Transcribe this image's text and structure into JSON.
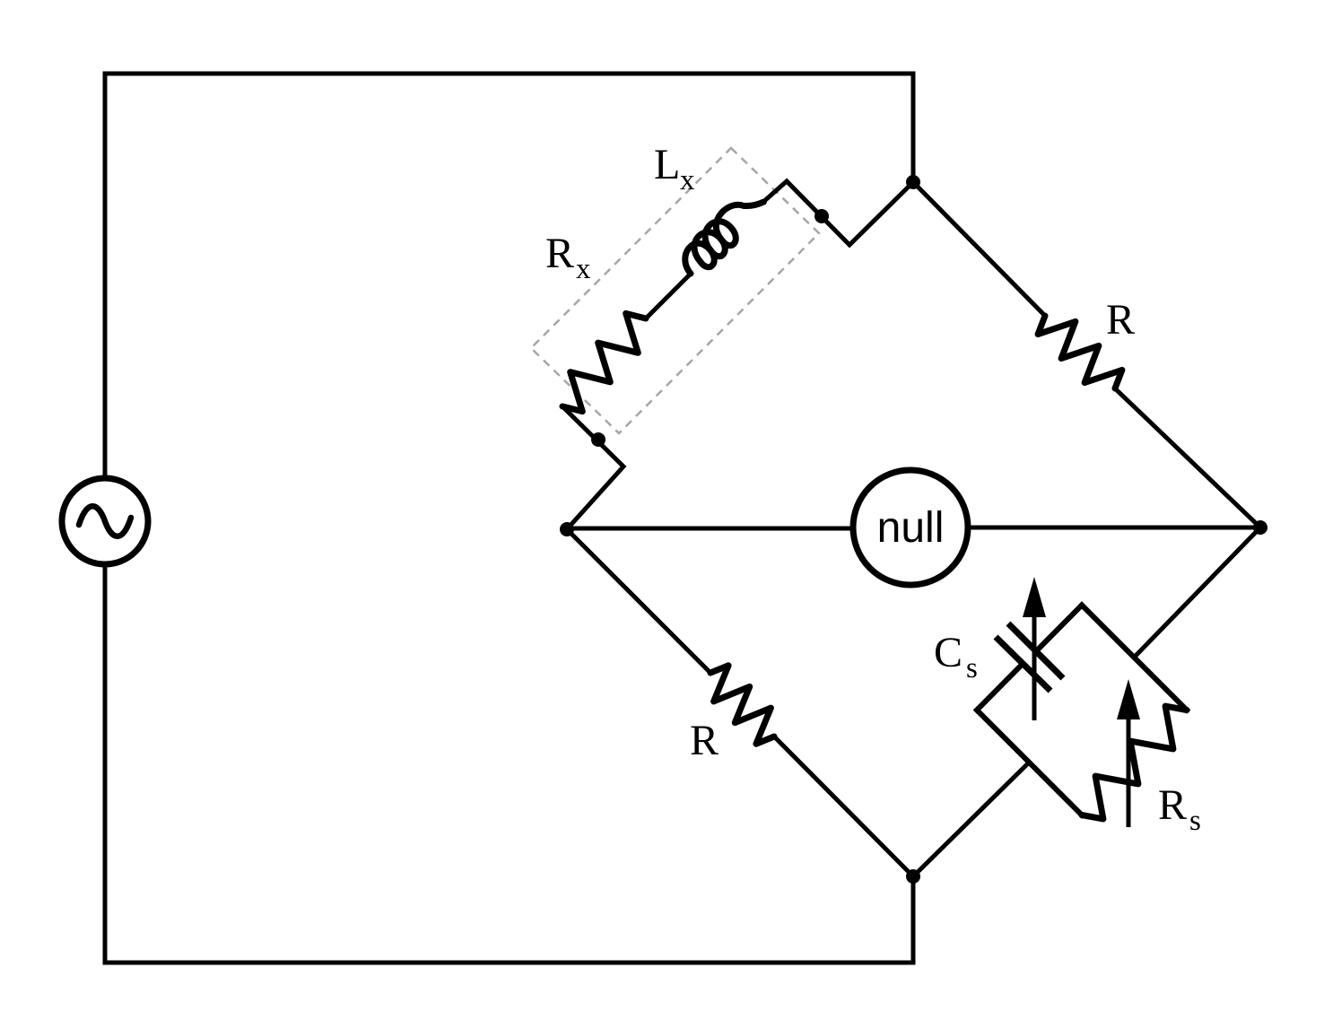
{
  "diagram": {
    "labels": {
      "lx": {
        "main": "L",
        "sub": "x"
      },
      "rx": {
        "main": "R",
        "sub": "x"
      },
      "r_top": "R",
      "r_bottom": "R",
      "cs": {
        "main": "C",
        "sub": "s"
      },
      "rs": {
        "main": "R",
        "sub": "s"
      },
      "null_detector": "null"
    },
    "icons": [
      "ac-source-icon",
      "inductor-icon",
      "resistor-icon",
      "variable-capacitor-icon",
      "variable-resistor-icon",
      "null-detector-icon",
      "junction-dot-icon",
      "dashed-component-outline-icon"
    ],
    "colors": {
      "wire": "#000000",
      "dut_outline": "#a6a6a6",
      "background": "#ffffff"
    }
  }
}
